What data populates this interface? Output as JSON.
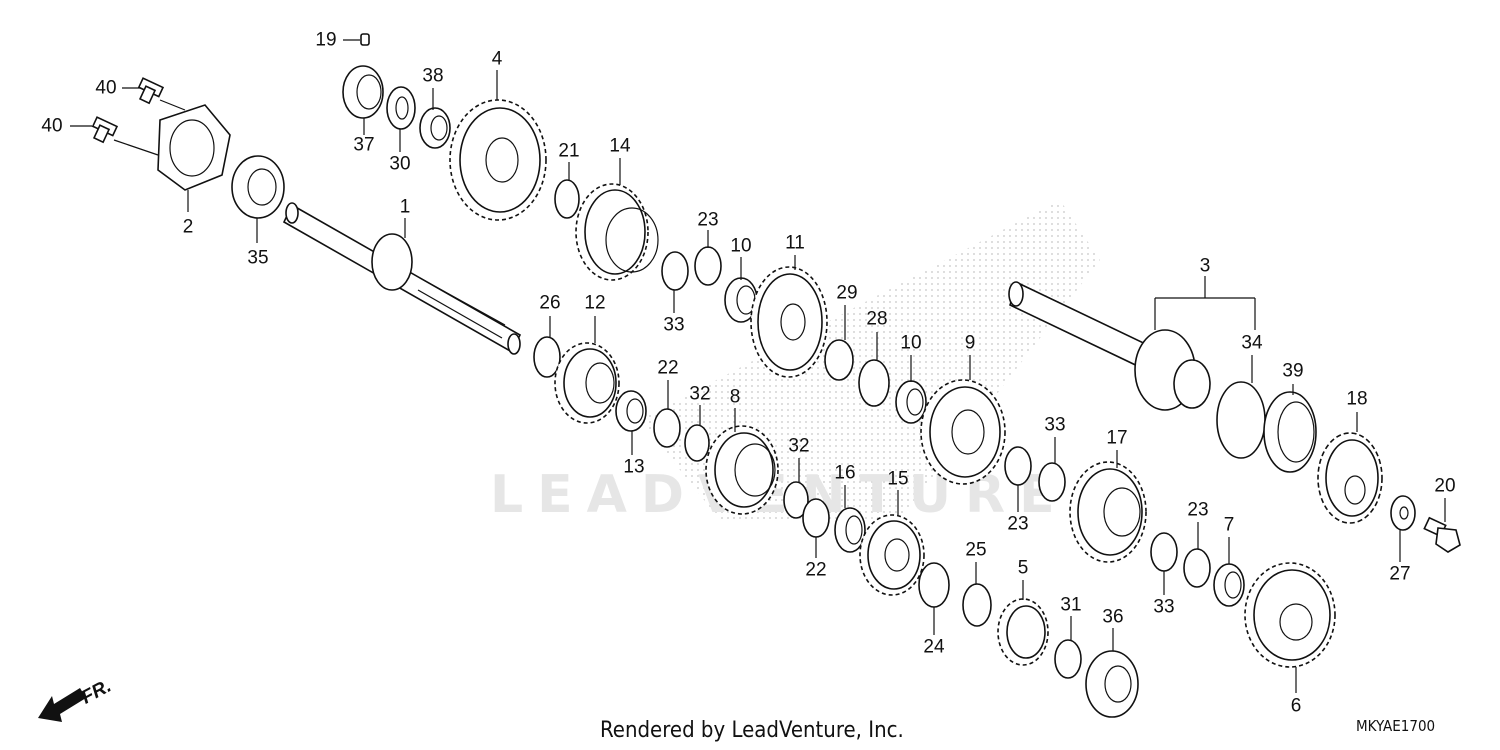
{
  "diagram": {
    "callouts": [
      {
        "id": "c19",
        "label": "19"
      },
      {
        "id": "c40a",
        "label": "40"
      },
      {
        "id": "c40b",
        "label": "40"
      },
      {
        "id": "c2",
        "label": "2"
      },
      {
        "id": "c35",
        "label": "35"
      },
      {
        "id": "c37",
        "label": "37"
      },
      {
        "id": "c30",
        "label": "30"
      },
      {
        "id": "c38",
        "label": "38"
      },
      {
        "id": "c4",
        "label": "4"
      },
      {
        "id": "c1",
        "label": "1"
      },
      {
        "id": "c21",
        "label": "21"
      },
      {
        "id": "c14",
        "label": "14"
      },
      {
        "id": "c23a",
        "label": "23"
      },
      {
        "id": "c10a",
        "label": "10"
      },
      {
        "id": "c11",
        "label": "11"
      },
      {
        "id": "c33a",
        "label": "33"
      },
      {
        "id": "c26",
        "label": "26"
      },
      {
        "id": "c12",
        "label": "12"
      },
      {
        "id": "c29",
        "label": "29"
      },
      {
        "id": "c28",
        "label": "28"
      },
      {
        "id": "c10b",
        "label": "10"
      },
      {
        "id": "c9",
        "label": "9"
      },
      {
        "id": "c3",
        "label": "3"
      },
      {
        "id": "c34",
        "label": "34"
      },
      {
        "id": "c39",
        "label": "39"
      },
      {
        "id": "c18",
        "label": "18"
      },
      {
        "id": "c22a",
        "label": "22"
      },
      {
        "id": "c32a",
        "label": "32"
      },
      {
        "id": "c8",
        "label": "8"
      },
      {
        "id": "c13",
        "label": "13"
      },
      {
        "id": "c32b",
        "label": "32"
      },
      {
        "id": "c16",
        "label": "16"
      },
      {
        "id": "c15",
        "label": "15"
      },
      {
        "id": "c33b",
        "label": "33"
      },
      {
        "id": "c17",
        "label": "17"
      },
      {
        "id": "c23b",
        "label": "23"
      },
      {
        "id": "c22b",
        "label": "22"
      },
      {
        "id": "c25",
        "label": "25"
      },
      {
        "id": "c24",
        "label": "24"
      },
      {
        "id": "c5",
        "label": "5"
      },
      {
        "id": "c31",
        "label": "31"
      },
      {
        "id": "c36",
        "label": "36"
      },
      {
        "id": "c33c",
        "label": "33"
      },
      {
        "id": "c23c",
        "label": "23"
      },
      {
        "id": "c7",
        "label": "7"
      },
      {
        "id": "c6",
        "label": "6"
      },
      {
        "id": "c20",
        "label": "20"
      },
      {
        "id": "c27",
        "label": "27"
      }
    ],
    "direction_label": "FR.",
    "watermark": "LEADVENTURE",
    "footer": "Rendered by LeadVenture, Inc.",
    "code": "MKYAE1700"
  }
}
